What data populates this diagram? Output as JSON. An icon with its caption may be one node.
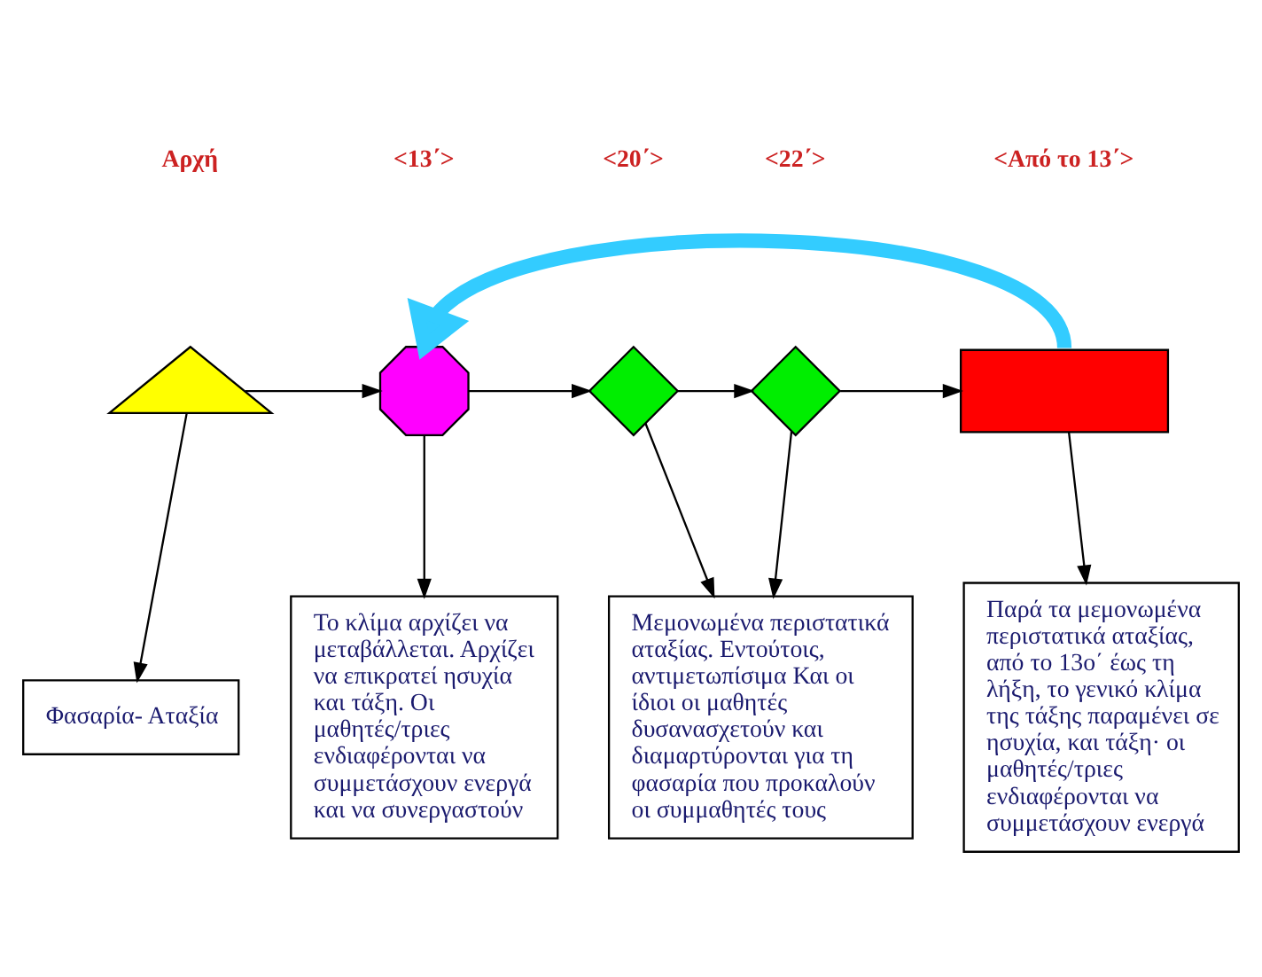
{
  "diagram": {
    "nodes": [
      {
        "text": [],
        "shape": "triangle"
      },
      {
        "text": [],
        "shape": "octagon"
      },
      {
        "text": [],
        "shape": "diamond"
      },
      {
        "text": [],
        "shape": "diamond"
      },
      {
        "text": [],
        "shape": "box"
      },
      {
        "text": [
          "Φασαρία- Αταξία"
        ]
      },
      {
        "text": [
          "Το κλίμα αρχίζει να μεταβάλλεται. Αρχίζει να επικρατεί ησυχία και τάξη. Οι μαθητές/τριες ενδιαφέρονται να συμμετάσχουν ενεργά και να συνεργαστούν"
        ]
      },
      {
        "text": [
          "Μεμονωμένα περιστατικά αταξίας. Εντούτοις, αντιμετωπίσιμα Και οι ίδιοι οι μαθητές δυσανασχετούν και διαμαρτύρονται για τη φασαρία που προκαλούν οι συμμαθητές τους"
        ]
      },
      {
        "text": [
          "Παρά τα μεμονωμένα περιστατικά αταξίας, από το 13ο΄ έως τη λήξη, το γενικό κλίμα της τάξης παραμένει σε ησυχία, και τάξη· οι μαθητές/τριες ενδιαφέρονται να συμμετάσχουν ενεργά"
        ]
      }
    ],
    "edges": [
      {
        "from": 0,
        "to": 1,
        "arrow": "to"
      },
      {
        "from": 1,
        "to": 2,
        "arrow": "to"
      },
      {
        "from": 2,
        "to": 3,
        "arrow": "to"
      },
      {
        "from": 3,
        "to": 4,
        "arrow": "to"
      },
      {
        "from": 0,
        "to": 5,
        "arrow": "to"
      },
      {
        "from": 1,
        "to": 6,
        "arrow": "to"
      },
      {
        "from": 2,
        "to": 7,
        "arrow": "to"
      },
      {
        "from": 3,
        "to": 7,
        "arrow": "to"
      },
      {
        "from": 4,
        "to": 8,
        "arrow": "to"
      },
      {
        "from": 4,
        "to": 1,
        "arrow": "to",
        "style": "thick",
        "color": "#33ccff"
      }
    ],
    "labels": [
      "Αρχή",
      "<13΄>",
      "<20΄>",
      "<22΄>",
      "<Από το 13΄>"
    ]
  }
}
